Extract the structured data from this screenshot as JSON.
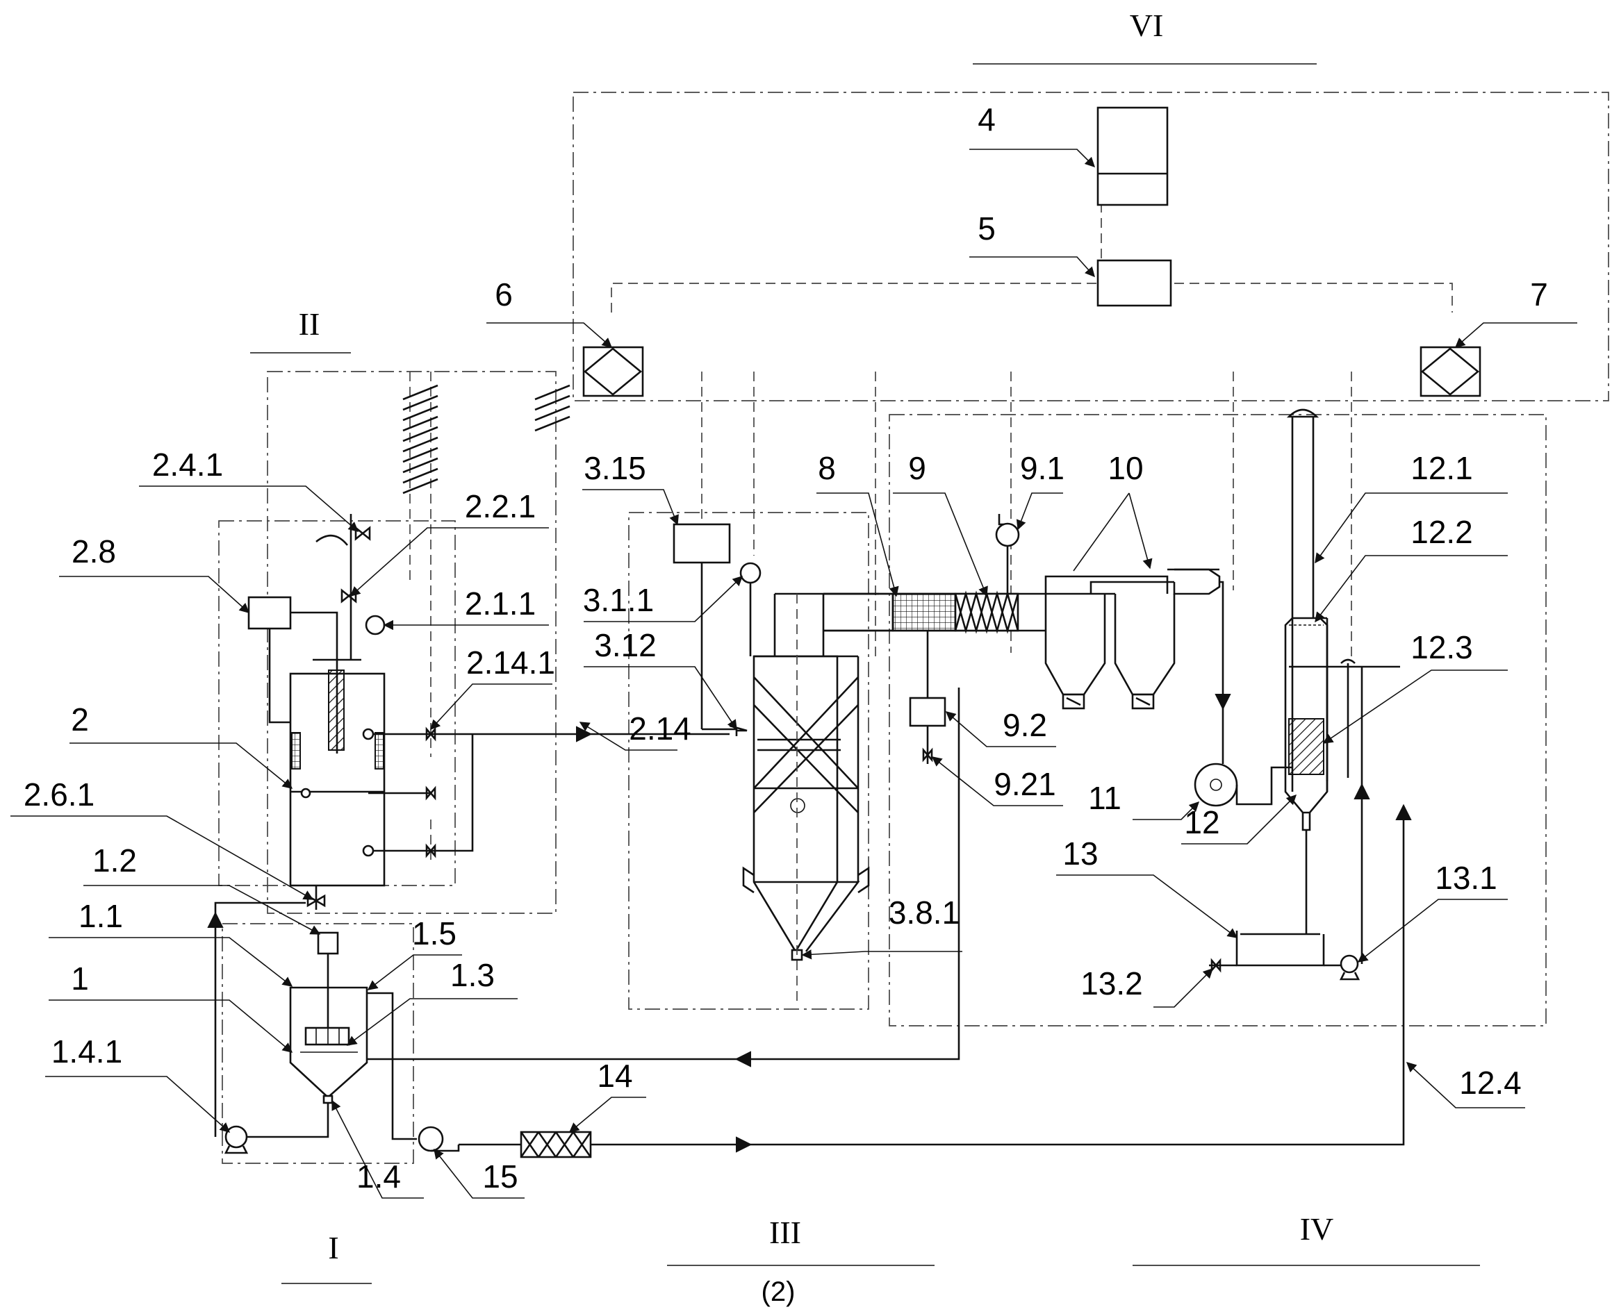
{
  "sections": {
    "s6": "VI",
    "s2": "II",
    "s1": "I",
    "s3": "III",
    "s4": "IV",
    "sub": "(2)"
  },
  "labels": {
    "l4": "4",
    "l5": "5",
    "l6": "6",
    "l7": "7",
    "l2_4_1": "2.4.1",
    "l2_2_1": "2.2.1",
    "l2_8": "2.8",
    "l2_1_1": "2.1.1",
    "l2_14_1": "2.14.1",
    "l2": "2",
    "l2_6_1": "2.6.1",
    "l2_14": "2.14",
    "l1_2": "1.2",
    "l1_1": "1.1",
    "l1": "1",
    "l1_5": "1.5",
    "l1_3": "1.3",
    "l1_4_1": "1.4.1",
    "l1_4": "1.4",
    "l15": "15",
    "l14": "14",
    "l3_15": "3.15",
    "l3_1_1": "3.1.1",
    "l3_12": "3.12",
    "l3_8_1": "3.8.1",
    "l8": "8",
    "l9": "9",
    "l9_1": "9.1",
    "l10": "10",
    "l9_2": "9.2",
    "l9_21": "9.21",
    "l11": "11",
    "l12": "12",
    "l12_1": "12.1",
    "l12_2": "12.2",
    "l12_3": "12.3",
    "l12_4": "12.4",
    "l13": "13",
    "l13_1": "13.1",
    "l13_2": "13.2"
  }
}
